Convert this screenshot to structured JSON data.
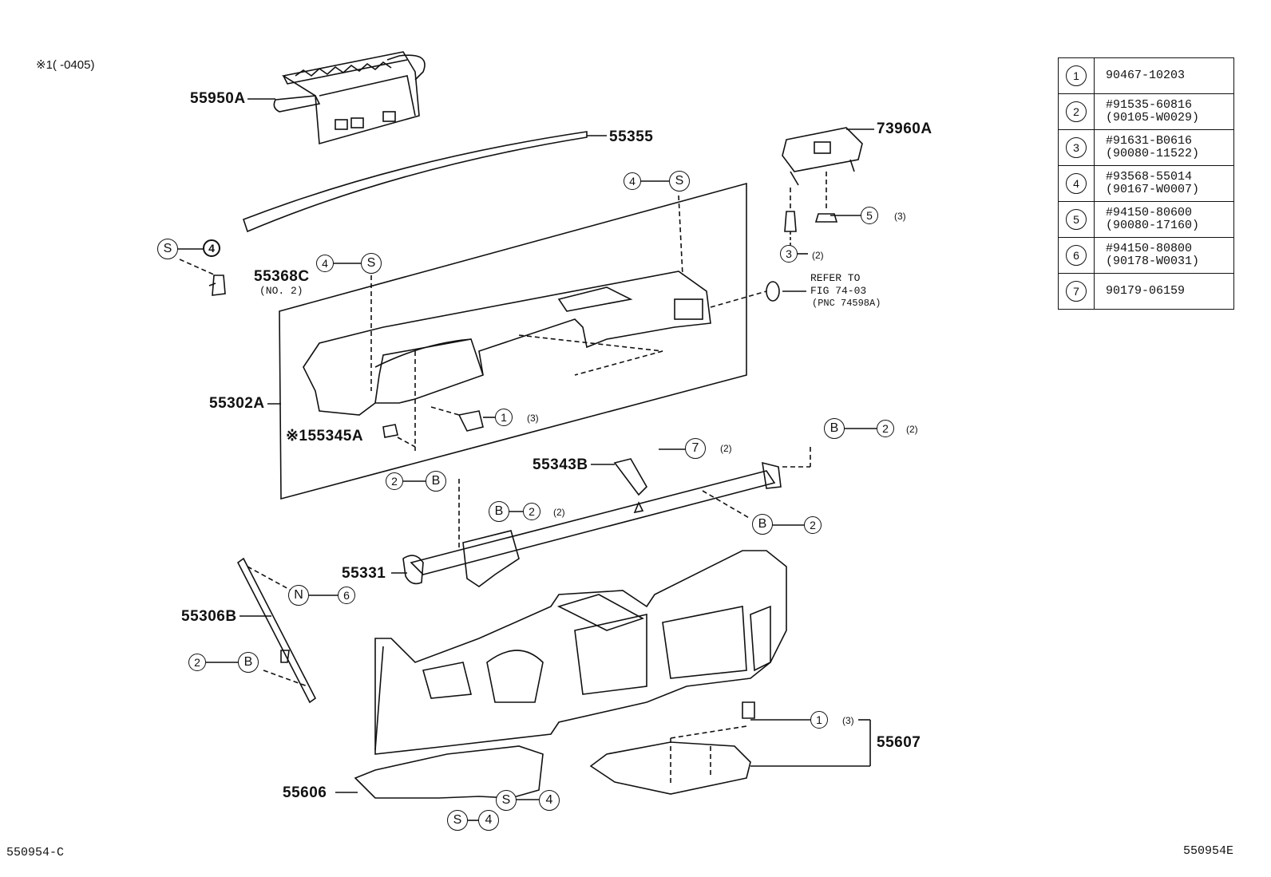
{
  "header_note": "※1(     -0405)",
  "footer_left": "550954-C",
  "footer_right": "550954E",
  "parts": {
    "p55950A": "55950A",
    "p55355": "55355",
    "p73960A": "73960A",
    "p55368C": "55368C",
    "p55368C_sub": "(NO. 2)",
    "p55302A": "55302A",
    "p55345A": "※155345A",
    "p55343B": "55343B",
    "p55331": "55331",
    "p55306B": "55306B",
    "p55607": "55607",
    "p55606": "55606"
  },
  "refer": {
    "line1": "REFER TO",
    "line2": "FIG 74-03",
    "line3": "(PNC 74598A)"
  },
  "markers": {
    "one": "1",
    "two": "2",
    "three": "3",
    "four": "4",
    "five": "5",
    "six": "6",
    "seven": "7",
    "S": "S",
    "B": "B",
    "N": "N"
  },
  "qty": {
    "q3": "(3)",
    "q2": "(2)"
  },
  "table": [
    {
      "num": "1",
      "pn": "90467-10203",
      "pn2": ""
    },
    {
      "num": "2",
      "pn": "#91535-60816",
      "pn2": "(90105-W0029)"
    },
    {
      "num": "3",
      "pn": "#91631-B0616",
      "pn2": "(90080-11522)"
    },
    {
      "num": "4",
      "pn": "#93568-55014",
      "pn2": "(90167-W0007)"
    },
    {
      "num": "5",
      "pn": "#94150-80600",
      "pn2": "(90080-17160)"
    },
    {
      "num": "6",
      "pn": "#94150-80800",
      "pn2": "(90178-W0031)"
    },
    {
      "num": "7",
      "pn": "90179-06159",
      "pn2": ""
    }
  ]
}
